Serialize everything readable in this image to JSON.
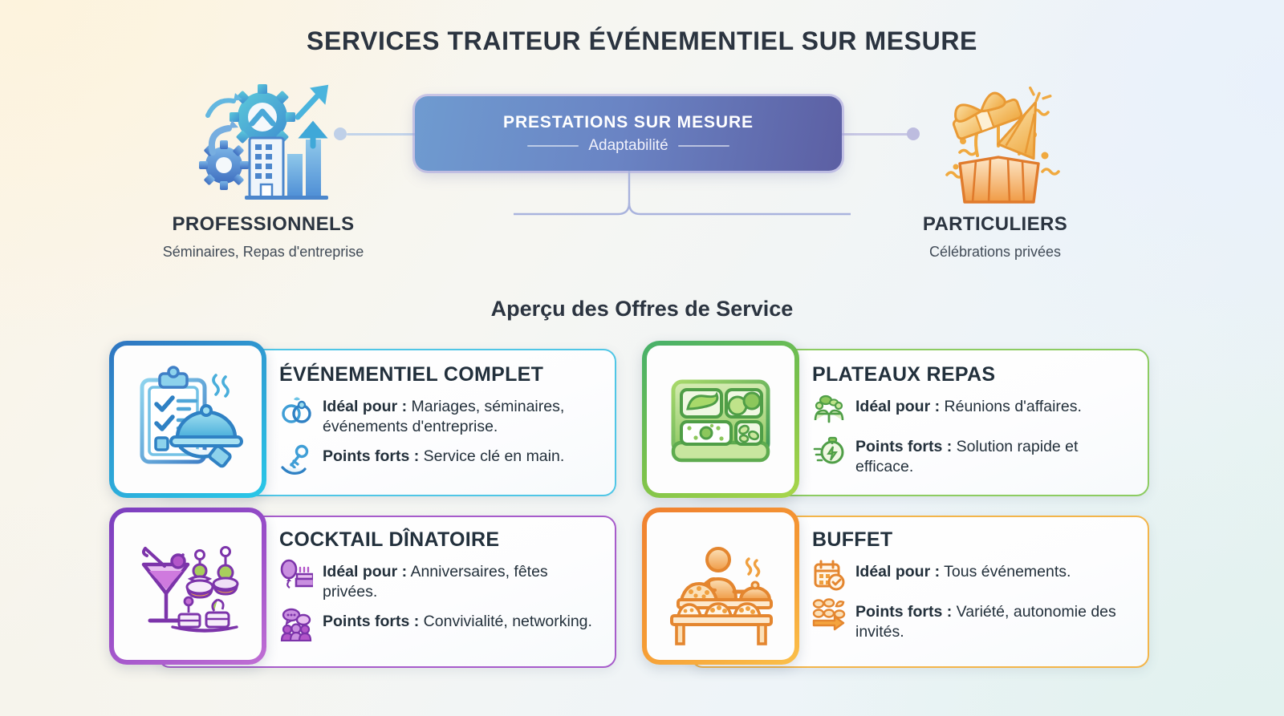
{
  "title": "SERVICES TRAITEUR ÉVÉNEMENTIEL SUR MESURE",
  "hub": {
    "title": "PRESTATIONS SUR MESURE",
    "subtitle": "Adaptabilité"
  },
  "branches": [
    {
      "name": "PROFESSIONNELS",
      "description": "Séminaires, Repas d'entreprise",
      "icon": "gears-building-growth-chart-icon"
    },
    {
      "name": "PARTICULIERS",
      "description": "Célébrations privées",
      "icon": "gift-box-confetti-party-hat-icon"
    }
  ],
  "section_heading": "Aperçu des Offres de Service",
  "cards": [
    {
      "title": "ÉVÉNEMENTIEL COMPLET",
      "tile_icon": "clipboard-checklist-cloche-icon",
      "accent": "#2e9fd4",
      "rows": [
        {
          "icon": "wedding-rings-icon",
          "label": "Idéal pour :",
          "value": "Mariages, séminaires, événements d'entreprise."
        },
        {
          "icon": "key-in-hand-icon",
          "label": "Points forts :",
          "value": "Service clé en main."
        }
      ]
    },
    {
      "title": "PLATEAUX REPAS",
      "tile_icon": "bento-meal-tray-icon",
      "accent": "#7cc24a",
      "rows": [
        {
          "icon": "business-meeting-icon",
          "label": "Idéal pour :",
          "value": "Réunions d'affaires."
        },
        {
          "icon": "stopwatch-bolt-icon",
          "label": "Points forts :",
          "value": "Solution rapide et efficace."
        }
      ]
    },
    {
      "title": "COCKTAIL DÎNATOIRE",
      "tile_icon": "cocktail-glass-canapes-icon",
      "accent": "#9b4fc9",
      "rows": [
        {
          "icon": "balloon-birthday-cake-icon",
          "label": "Idéal pour :",
          "value": "Anniversaires, fêtes privées."
        },
        {
          "icon": "speech-bubbles-people-icon",
          "label": "Points forts :",
          "value": "Convivialité, networking."
        }
      ]
    },
    {
      "title": "BUFFET",
      "tile_icon": "buffet-table-server-icon",
      "accent": "#f59b34",
      "rows": [
        {
          "icon": "calendar-check-icon",
          "label": "Idéal pour :",
          "value": "Tous événements."
        },
        {
          "icon": "assorted-dishes-arrow-icon",
          "label": "Points forts :",
          "value": "Variété, autonomie des invités."
        }
      ]
    }
  ]
}
